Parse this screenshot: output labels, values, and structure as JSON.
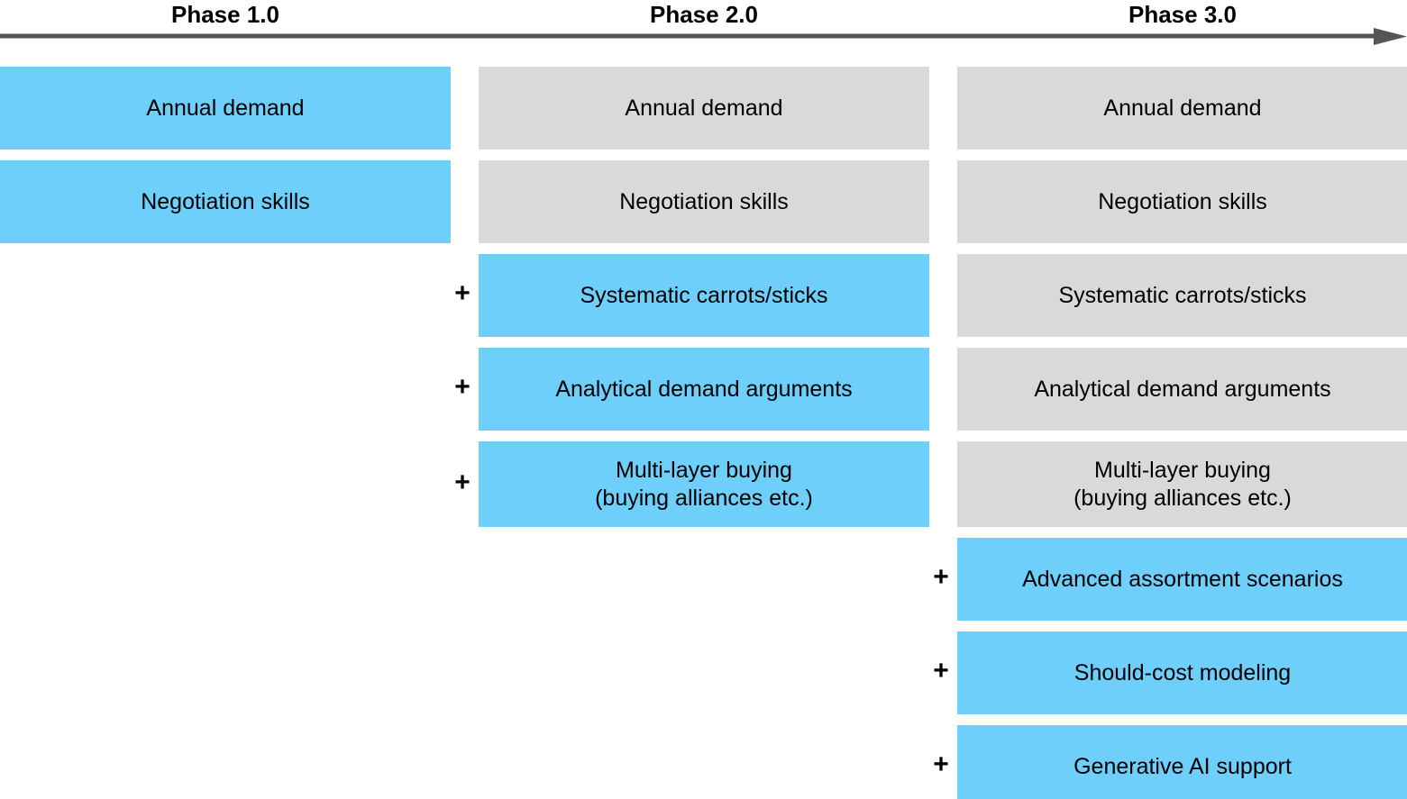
{
  "diagram": {
    "title_visible": false,
    "colors": {
      "highlight_blue": "#6ECFFB",
      "inherited_gray": "#D9D9D9",
      "arrow_gray": "#555555",
      "text_black": "#000000",
      "background": "#FFFFFF"
    },
    "timeline": {
      "arrow_name": "right-arrow",
      "direction": "left-to-right"
    },
    "plus_symbol": "+",
    "columns": [
      {
        "id": "phase-1",
        "heading": "Phase 1.0",
        "items": [
          {
            "label": "Annual demand",
            "line2": "",
            "state": "new",
            "plus": false
          },
          {
            "label": "Negotiation skills",
            "line2": "",
            "state": "new",
            "plus": false
          }
        ]
      },
      {
        "id": "phase-2",
        "heading": "Phase 2.0",
        "items": [
          {
            "label": "Annual demand",
            "line2": "",
            "state": "inherited",
            "plus": false
          },
          {
            "label": "Negotiation skills",
            "line2": "",
            "state": "inherited",
            "plus": false
          },
          {
            "label": "Systematic carrots/sticks",
            "line2": "",
            "state": "new",
            "plus": true
          },
          {
            "label": "Analytical demand arguments",
            "line2": "",
            "state": "new",
            "plus": true
          },
          {
            "label": "Multi-layer buying",
            "line2": "(buying alliances etc.)",
            "state": "new",
            "plus": true
          }
        ]
      },
      {
        "id": "phase-3",
        "heading": "Phase 3.0",
        "items": [
          {
            "label": "Annual demand",
            "line2": "",
            "state": "inherited",
            "plus": false
          },
          {
            "label": "Negotiation skills",
            "line2": "",
            "state": "inherited",
            "plus": false
          },
          {
            "label": "Systematic carrots/sticks",
            "line2": "",
            "state": "inherited",
            "plus": false
          },
          {
            "label": "Analytical demand arguments",
            "line2": "",
            "state": "inherited",
            "plus": false
          },
          {
            "label": "Multi-layer buying",
            "line2": "(buying alliances etc.)",
            "state": "inherited",
            "plus": false
          },
          {
            "label": "Advanced assortment scenarios",
            "line2": "",
            "state": "new",
            "plus": true
          },
          {
            "label": "Should-cost modeling",
            "line2": "",
            "state": "new",
            "plus": true
          },
          {
            "label": "Generative AI support",
            "line2": "",
            "state": "new",
            "plus": true
          }
        ]
      }
    ]
  }
}
